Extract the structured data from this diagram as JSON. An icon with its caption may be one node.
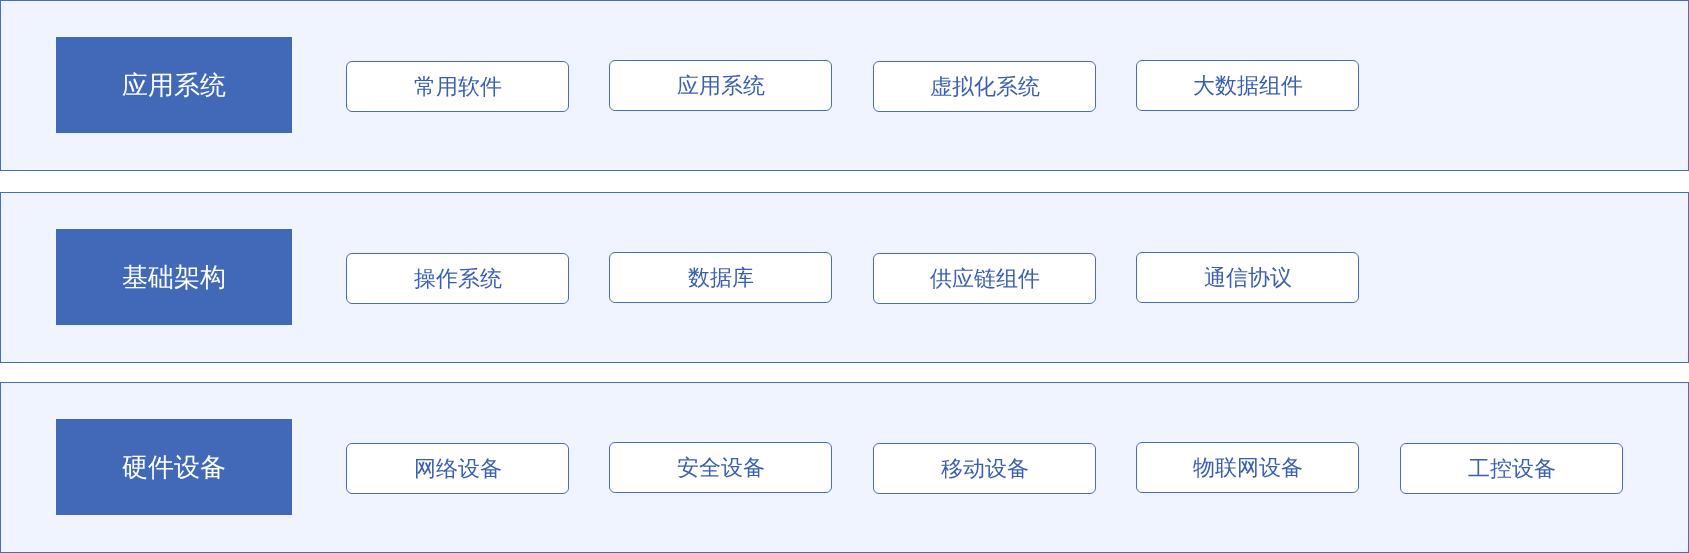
{
  "diagram": {
    "nodes": [
      {
        "text": [],
        "shape": "band"
      },
      {
        "text": [
          "应用系统"
        ],
        "in": 0
      },
      {
        "text": [
          "常用软件"
        ],
        "in": 0
      },
      {
        "text": [
          "应用系统"
        ],
        "in": 0
      },
      {
        "text": [
          "虚拟化系统"
        ],
        "in": 0
      },
      {
        "text": [
          "大数据组件"
        ],
        "in": 0
      },
      {
        "text": [],
        "shape": "band"
      },
      {
        "text": [
          "基础架构"
        ],
        "in": 6
      },
      {
        "text": [
          "操作系统"
        ],
        "in": 6
      },
      {
        "text": [
          "数据库"
        ],
        "in": 6
      },
      {
        "text": [
          "供应链组件"
        ],
        "in": 6
      },
      {
        "text": [
          "通信协议"
        ],
        "in": 6
      },
      {
        "text": [],
        "shape": "band"
      },
      {
        "text": [
          "硬件设备"
        ],
        "in": 12
      },
      {
        "text": [
          "网络设备"
        ],
        "in": 12
      },
      {
        "text": [
          "安全设备"
        ],
        "in": 12
      },
      {
        "text": [
          "移动设备"
        ],
        "in": 12
      },
      {
        "text": [
          "物联网设备"
        ],
        "in": 12
      },
      {
        "text": [
          "工控设备"
        ],
        "in": 12
      }
    ]
  }
}
